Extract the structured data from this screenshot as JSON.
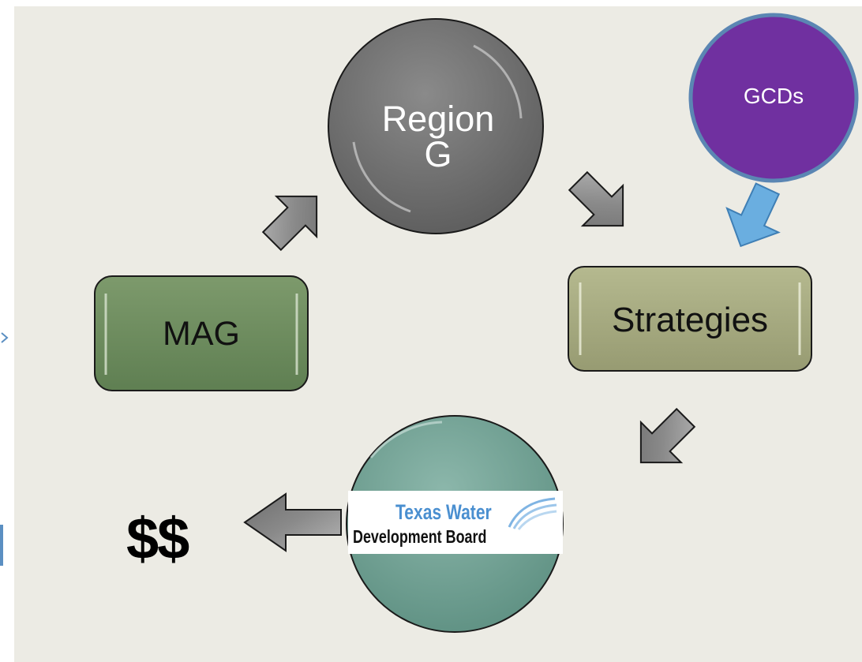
{
  "nodes": {
    "region": {
      "line1": "Region",
      "line2": "G",
      "color": "#727272"
    },
    "gcds": {
      "label": "GCDs",
      "color": "#7030a0",
      "border": "#5b86b3"
    },
    "mag": {
      "label": "MAG",
      "color": "#6f8f60"
    },
    "strategies": {
      "label": "Strategies",
      "color": "#a9ad84"
    },
    "twdb": {
      "logo_line1": "Texas Water",
      "logo_line2": "Development Board",
      "color": "#79a69a"
    }
  },
  "money": {
    "label": "$$"
  },
  "arrows": {
    "gray": "#8c8c8c",
    "blue": "#6aaee0"
  }
}
